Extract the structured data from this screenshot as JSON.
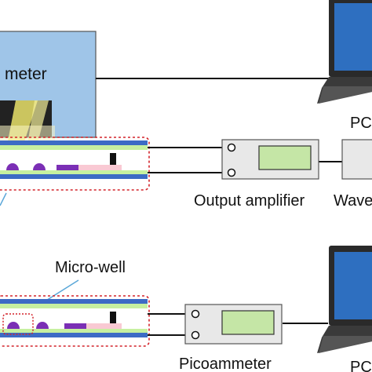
{
  "labels": {
    "spectrometer_partial": "meter",
    "output_amplifier": "Output amplifier",
    "waveform_partial": "Wave",
    "pc_top": "PC",
    "micro_well": "Micro-well",
    "picoammeter": "Picoammeter",
    "pc_bottom": "PC"
  },
  "colors": {
    "instrument_box": "#9fc5e8",
    "device_blue_layer": "#3d6bc5",
    "device_green_layer": "#c7f0a0",
    "device_pink_layer": "#f9c9d3",
    "purple_element": "#7b2fb5",
    "red_dashed_border": "#d4232a",
    "meter_display": "#c5e6a6",
    "meter_body": "#e8e8e8",
    "laptop_screen": "#2e6fc0"
  },
  "icons": [
    "laptop-icon",
    "meter-icon",
    "light-cone-icon"
  ]
}
